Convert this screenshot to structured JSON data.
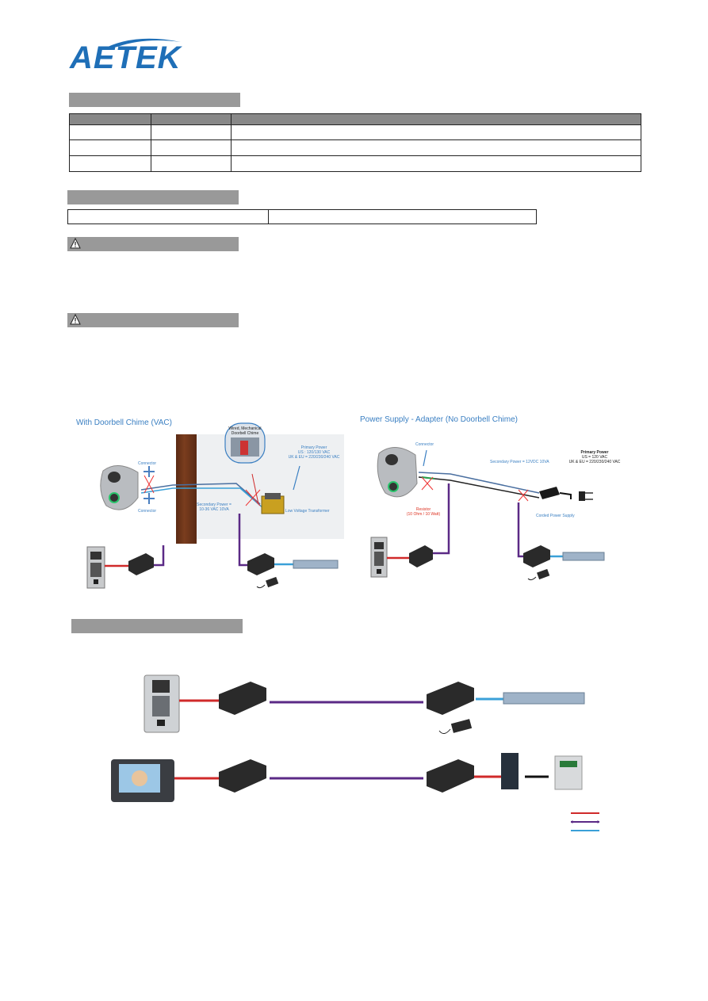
{
  "brand": {
    "name": "AETEK",
    "color": "#1f6fb7"
  },
  "diagram_left": {
    "title": "With Doorbell Chime (VAC)",
    "chime_label": "Wired, Mechanical Doorbell Chime",
    "primary_power": [
      "Primary Power",
      "US : 120/130 VAC",
      "UK & EU = 220/230/240 VAC"
    ],
    "connector_top": "Connector",
    "connector_bottom": "Connector",
    "secondary_power": [
      "Secondary Power =",
      "10-36 VAC 10VA"
    ],
    "transformer_label": "Low Voltage Transformer"
  },
  "diagram_right": {
    "title": "Power Supply - Adapter (No Doorbell Chime)",
    "connector": "Connector",
    "secondary_power": "Secondary Power = 12VDC 10VA",
    "primary_power": [
      "Primary Power",
      "US = 120 VAC",
      "UK & EU = 220/230/240 VAC"
    ],
    "resistor": [
      "Resistor",
      "(10 Ohm / 10 Watt)"
    ],
    "supply_label": "Corded Power Supply"
  },
  "colors": {
    "red_cable": "#d02a2a",
    "purple_cable": "#5b2a86",
    "blue_cable": "#3aa0d8",
    "section_bar": "#999999"
  }
}
